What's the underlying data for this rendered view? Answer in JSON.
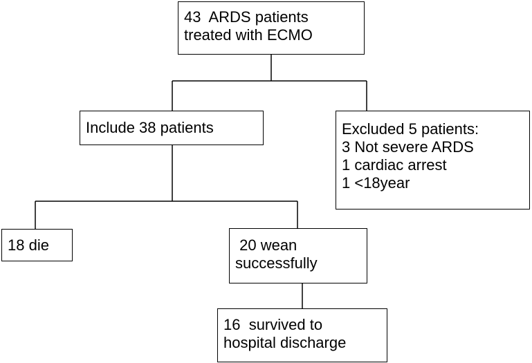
{
  "flowchart": {
    "top_box": {
      "lines": [
        "43  ARDS patients",
        "treated with ECMO"
      ]
    },
    "include_box": {
      "lines": [
        "Include 38 patients"
      ]
    },
    "excluded_box": {
      "lines": [
        "Excluded 5 patients:",
        "3 Not severe ARDS",
        "1 cardiac arrest",
        "1 <18year"
      ]
    },
    "die_box": {
      "lines": [
        "18 die"
      ]
    },
    "wean_box": {
      "lines": [
        " 20 wean",
        "successfully"
      ]
    },
    "survived_box": {
      "lines": [
        "16  survived to",
        "hospital discharge"
      ]
    }
  }
}
